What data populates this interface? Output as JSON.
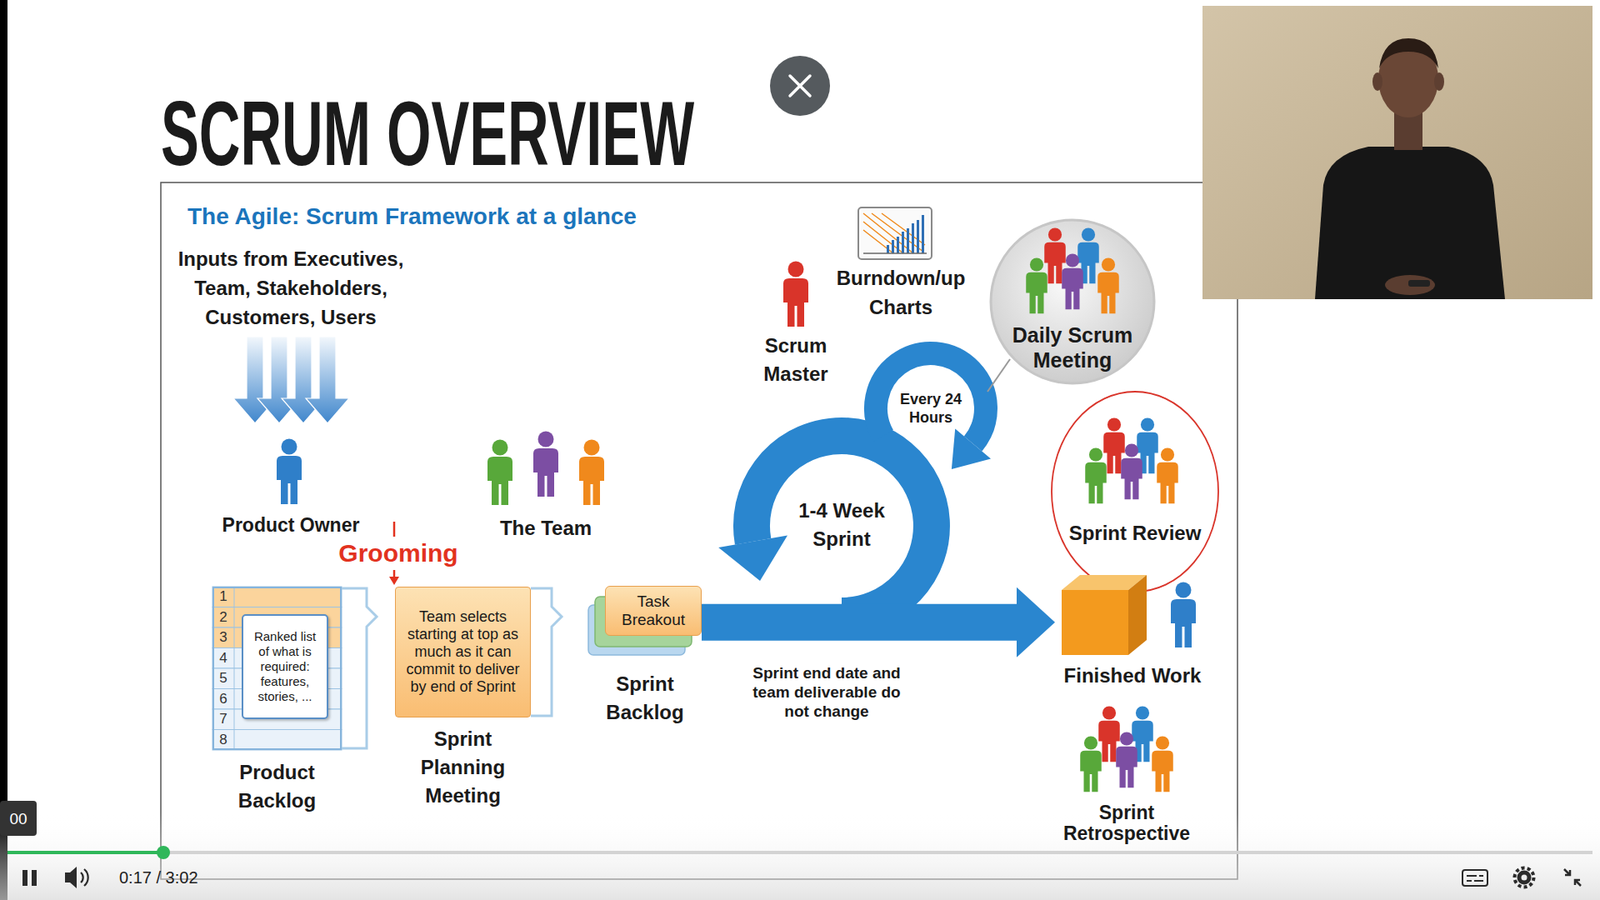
{
  "diagram": {
    "title": "SCRUM OVERVIEW",
    "nodes": [
      {
        "text": [
          "Product Backlog"
        ]
      },
      {
        "text": [
          "Ranked list of what is required: features, stories, ..."
        ],
        "in": 0
      },
      {
        "text": [
          "Team selects starting at top as much as it can commit to deliver by end of Sprint",
          "Sprint Planning Meeting"
        ]
      },
      {
        "text": [
          "Task Breakout",
          "Sprint Backlog"
        ]
      },
      {
        "text": [
          "Daily Scrum Meeting"
        ]
      },
      {
        "text": [
          "Sprint Review"
        ]
      },
      {
        "text": [
          "Finished Work"
        ]
      }
    ],
    "edges": [
      {
        "from": 3,
        "to": 6,
        "arrow": "to"
      }
    ],
    "labels": [
      "The Agile: Scrum Framework at a glance",
      "Inputs from Executives, Team, Stakeholders, Customers, Users",
      "Product Owner",
      "Grooming",
      "The Team",
      "Scrum Master",
      "Burndown/up Charts",
      "Every 24 Hours",
      "1-4 Week Sprint",
      "Sprint end date and team deliverable do not change",
      "1",
      "2",
      "3",
      "4",
      "5",
      "6",
      "7",
      "8",
      "Sprint Retrospective",
      "00",
      "0:17 / 3:02"
    ]
  }
}
